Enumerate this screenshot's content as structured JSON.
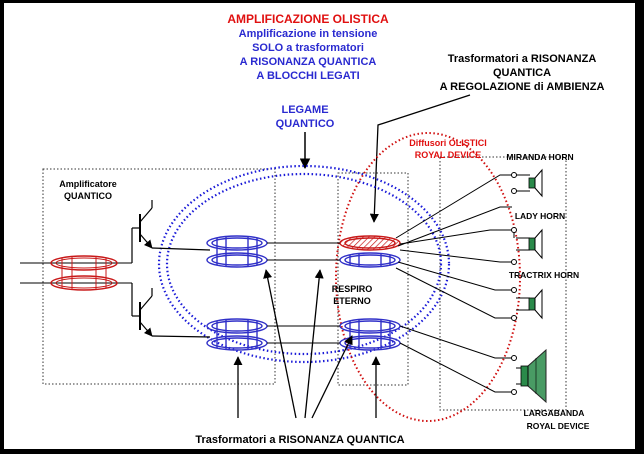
{
  "title": {
    "line1": "AMPLIFICAZIONE OLISTICA",
    "line2": "Amplificazione in tensione",
    "line3": "SOLO a trasformatori",
    "line4": "A RISONANZA QUANTICA",
    "line5": "A BLOCCHI LEGATI"
  },
  "legame": {
    "line1": "LEGAME",
    "line2": "QUANTICO"
  },
  "top_right_label": {
    "line1": "Trasformatori a RISONANZA",
    "line2": "QUANTICA",
    "line3": "A REGOLAZIONE di AMBIENZA"
  },
  "diffusori": {
    "line1": "Diffusori OLISTICI",
    "line2": "ROYAL DEVICE"
  },
  "amplifier": {
    "line1": "Amplificatore",
    "line2": "QUANTICO"
  },
  "respiro": {
    "line1": "RESPIRO",
    "line2": "ETERNO"
  },
  "speakers": {
    "miranda": "MIRANDA HORN",
    "lady": "LADY HORN",
    "tractrix": "TRACTRIX HORN",
    "largabanda_line1": "LARGABANDA",
    "largabanda_line2": "ROYAL DEVICE"
  },
  "bottom_label": "Trasformatori a RISONANZA QUANTICA",
  "colors": {
    "red_text": "#e01010",
    "blue_text": "#2a2ad0",
    "dotted_blue": "#1a1ad8",
    "dotted_red": "#d01010",
    "coil_blue": "#3030c8",
    "coil_red": "#c81818",
    "speaker_green": "#2a8a4a"
  }
}
